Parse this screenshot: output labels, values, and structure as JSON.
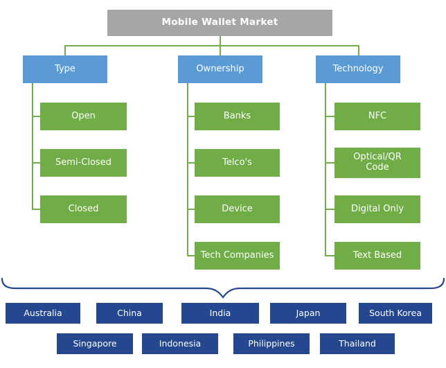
{
  "root": {
    "label": "Mobile Wallet Market"
  },
  "branches": [
    {
      "label": "Type",
      "children": [
        "Open",
        "Semi-Closed",
        "Closed"
      ]
    },
    {
      "label": "Ownership",
      "children": [
        "Banks",
        "Telco's",
        "Device",
        "Tech Companies"
      ]
    },
    {
      "label": "Technology",
      "children": [
        "NFC",
        "Optical/QR Code",
        "Digital Only",
        "Text Based"
      ]
    }
  ],
  "countries": {
    "row1": [
      "Australia",
      "China",
      "India",
      "Japan",
      "South Korea"
    ],
    "row2": [
      "Singapore",
      "Indonesia",
      "Philippines",
      "Thailand"
    ]
  },
  "colors": {
    "root_fill": "#a6a6a6",
    "branch_fill": "#5b9bd5",
    "child_fill": "#70ad47",
    "country_fill": "#24478f",
    "connector": "#70ad47",
    "brace": "#24478f",
    "text": "#ffffff"
  }
}
